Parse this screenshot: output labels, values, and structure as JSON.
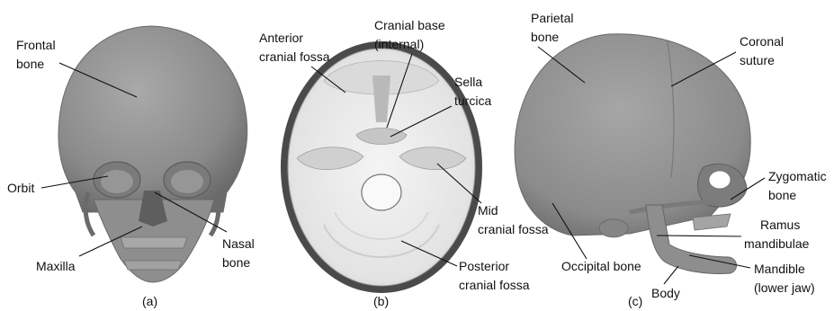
{
  "panels": {
    "a": {
      "caption": "(a)",
      "labels": {
        "frontal_bone": [
          "Frontal",
          "bone"
        ],
        "orbit": [
          "Orbit"
        ],
        "maxilla": [
          "Maxilla"
        ],
        "nasal_bone": [
          "Nasal",
          "bone"
        ]
      }
    },
    "b": {
      "caption": "(b)",
      "labels": {
        "anterior_cranial_fossa": [
          "Anterior",
          "cranial fossa"
        ],
        "cranial_base": [
          "Cranial base",
          "(internal)"
        ],
        "sella_turcica": [
          "Sella",
          "turcica"
        ],
        "mid_cranial_fossa": [
          "Mid",
          "cranial fossa"
        ],
        "posterior_cranial_fossa": [
          "Posterior",
          "cranial fossa"
        ]
      }
    },
    "c": {
      "caption": "(c)",
      "labels": {
        "parietal_bone": [
          "Parietal",
          "bone"
        ],
        "coronal_suture": [
          "Coronal",
          "suture"
        ],
        "zygomatic_bone": [
          "Zygomatic",
          "bone"
        ],
        "ramus_mandibulae": [
          "Ramus",
          "mandibulae"
        ],
        "occipital_bone": [
          "Occipital bone"
        ],
        "mandible": [
          "Mandible",
          "(lower jaw)"
        ],
        "body": [
          "Body"
        ]
      }
    }
  },
  "colors": {
    "bone_gray": "#8c8c8c",
    "bone_light": "#b0b0b0",
    "bone_dark": "#5e5e5e",
    "base_white": "#ececec",
    "text": "#111111"
  }
}
